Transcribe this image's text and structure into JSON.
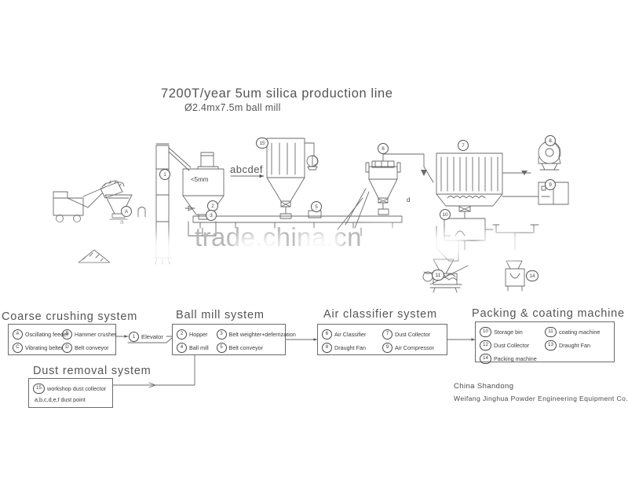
{
  "title": {
    "main": "7200T/year 5um silica production line",
    "sub": "Ø2.4mx7.5m ball mill"
  },
  "watermark": {
    "text": "trade.china.cn"
  },
  "diagram": {
    "hopper_spec": "<5mm",
    "dust_points_inline": "abcdef",
    "dust_point_a": "a",
    "dust_point_d": "d",
    "markers": [
      {
        "id": "1",
        "label": "Elevator"
      },
      {
        "id": "2",
        "label": "Hopper"
      },
      {
        "id": "3",
        "label": "Belt weighter+deferrization"
      },
      {
        "id": "4",
        "label": "Ball mill"
      },
      {
        "id": "5",
        "label": "Belt conveyor"
      },
      {
        "id": "6",
        "label": "Air Classifier"
      },
      {
        "id": "7",
        "label": "Dust Collector"
      },
      {
        "id": "8",
        "label": "Draught Fan"
      },
      {
        "id": "9",
        "label": "Air Compressor"
      },
      {
        "id": "10",
        "label": "Storage bin"
      },
      {
        "id": "11",
        "label": "coating machine"
      },
      {
        "id": "12",
        "label": "Dust Collector"
      },
      {
        "id": "13",
        "label": "Draught Fan"
      },
      {
        "id": "14",
        "label": "Packing machine"
      },
      {
        "id": "15",
        "label": "workshop dust collector"
      }
    ]
  },
  "sections": {
    "coarse": {
      "heading": "Coarse crushing system",
      "items": [
        {
          "num": "A",
          "label": "Oscillating feeder"
        },
        {
          "num": "B",
          "label": "Hammer crusher"
        },
        {
          "num": "C",
          "label": "Vibrating belter"
        },
        {
          "num": "D",
          "label": "Belt conveyor"
        }
      ]
    },
    "elevator_connector": {
      "num": "1",
      "label": "Elevator"
    },
    "ballmill": {
      "heading": "Ball mill system",
      "items": [
        {
          "num": "2",
          "label": "Hopper"
        },
        {
          "num": "3",
          "label": "Belt weighter+deferrization"
        },
        {
          "num": "4",
          "label": "Ball mill"
        },
        {
          "num": "5",
          "label": "Belt conveyor"
        }
      ]
    },
    "classifier": {
      "heading": "Air classifier system",
      "items": [
        {
          "num": "6",
          "label": "Air Classifier"
        },
        {
          "num": "7",
          "label": "Dust Collector"
        },
        {
          "num": "8",
          "label": "Draught Fan"
        },
        {
          "num": "9",
          "label": "Air Compressor"
        }
      ]
    },
    "packing": {
      "heading": "Packing & coating machine system",
      "items": [
        {
          "num": "10",
          "label": "Storage bin"
        },
        {
          "num": "11",
          "label": "coating machine"
        },
        {
          "num": "12",
          "label": "Dust Collector"
        },
        {
          "num": "13",
          "label": "Draught Fan"
        },
        {
          "num": "14",
          "label": "Packing machine"
        }
      ]
    },
    "dust": {
      "heading": "Dust removal system",
      "items": [
        {
          "num": "15",
          "label": "workshop dust collector"
        }
      ],
      "note": "a,b,c,d,e,f  dust point"
    }
  },
  "company": {
    "line1": "China   Shandong",
    "line2": "Weifang Jinghua Powder Engineering Equipment Co.,Ltd."
  }
}
